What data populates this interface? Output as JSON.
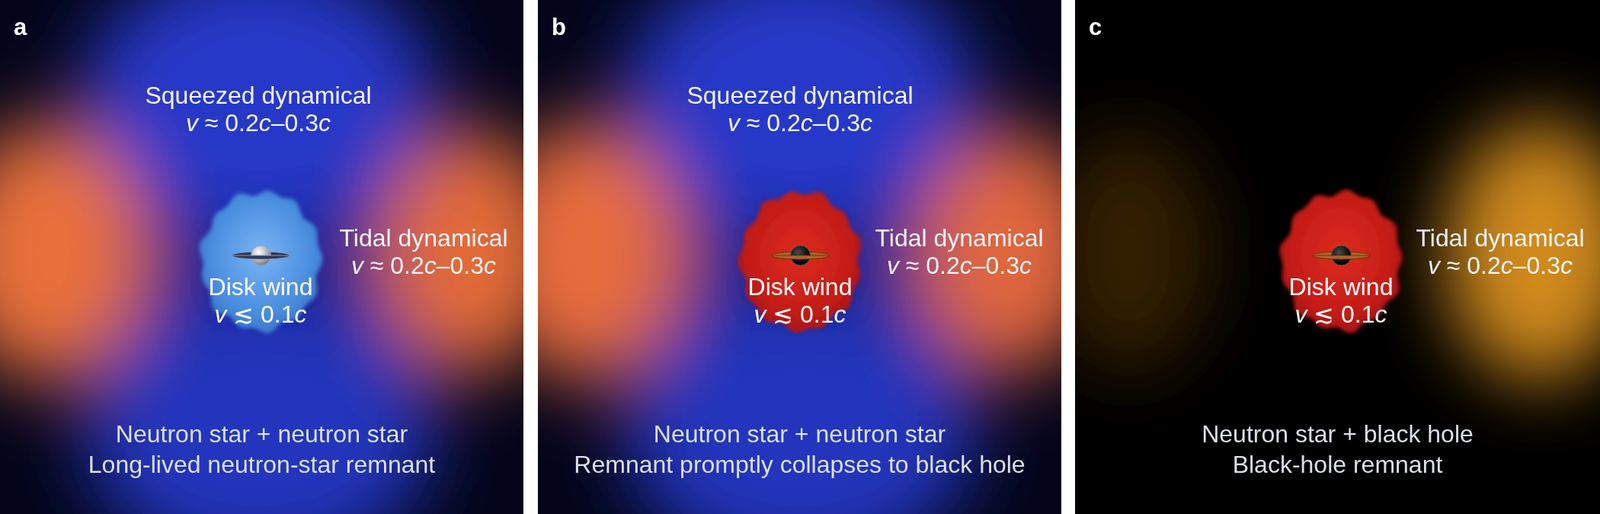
{
  "diagram": {
    "nodes": [
      {
        "text": [
          "a",
          "Neutron star + neutron star",
          "Long-lived neutron-star remnant"
        ]
      },
      {
        "text": [
          "Disk wind",
          "v ≲ 0.1c"
        ],
        "in": 0
      },
      {
        "text": [
          "b",
          "Neutron star + neutron star",
          "Remnant promptly collapses to black hole"
        ]
      },
      {
        "text": [
          "Disk wind",
          "v ≲ 0.1c"
        ],
        "in": 2
      },
      {
        "text": [
          "c",
          "Neutron star + black hole",
          "Black-hole remnant"
        ]
      },
      {
        "text": [
          "Disk wind",
          "v ≲ 0.1c"
        ],
        "in": 4
      }
    ],
    "labels": [
      "Squeezed dynamical",
      "v ≈ 0.2c–0.3c",
      "Tidal dynamical",
      "v ≈ 0.2c–0.3c",
      "Squeezed dynamical",
      "v ≈ 0.2c–0.3c",
      "Tidal dynamical",
      "v ≈ 0.2c–0.3c",
      "Tidal dynamical",
      "v ≈ 0.2c–0.3c"
    ]
  }
}
